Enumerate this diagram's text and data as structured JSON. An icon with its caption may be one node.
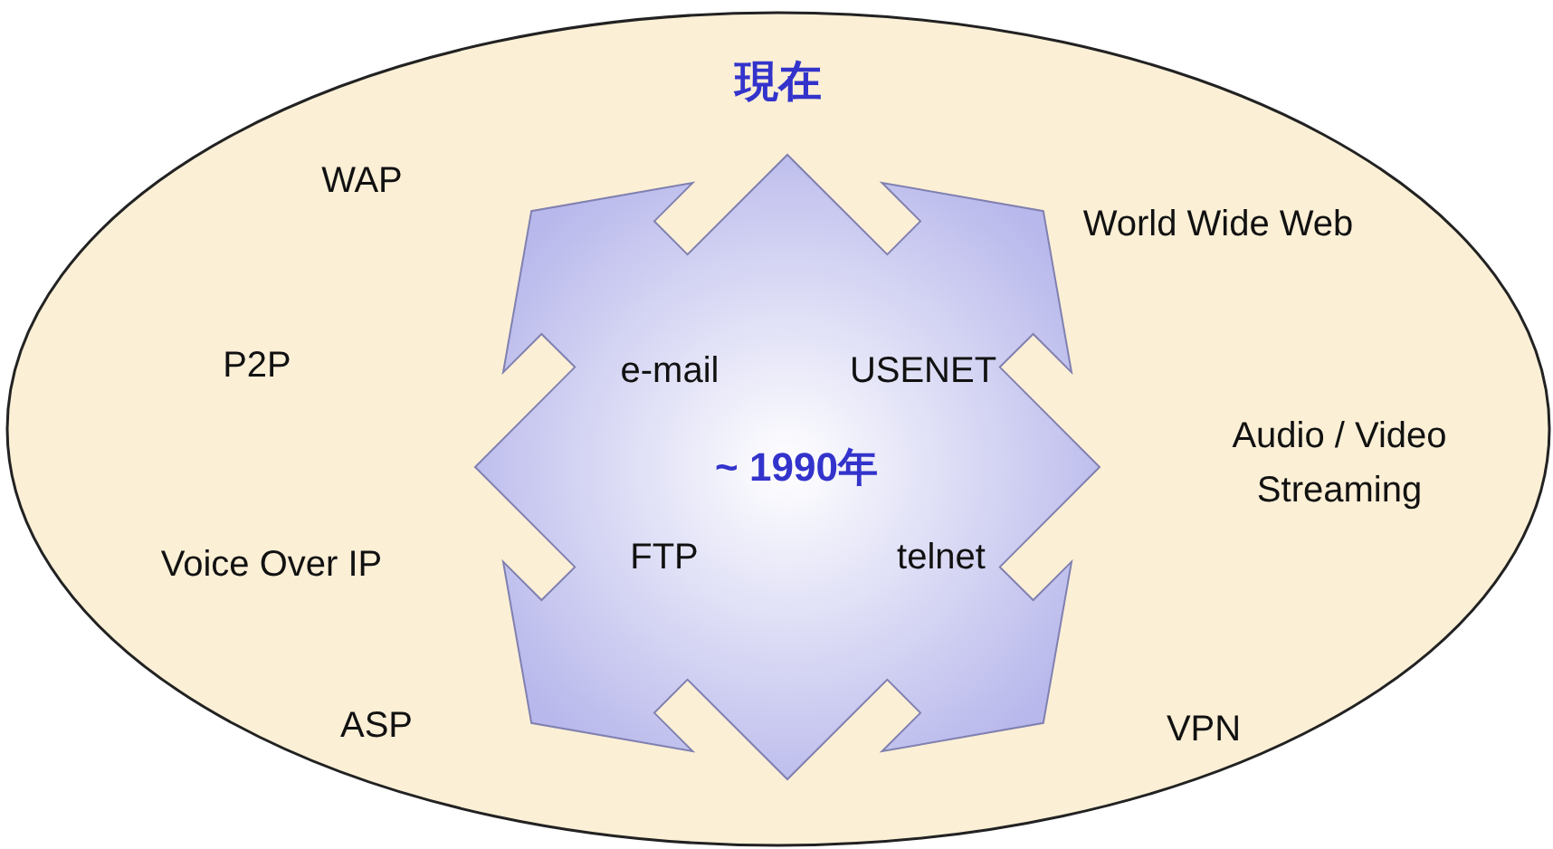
{
  "diagram": {
    "nodes": [
      {
        "text": [
          "現在"
        ]
      },
      {
        "text": [
          "e-mail",
          "USENET",
          "~ 1990年",
          "FTP",
          "telnet"
        ],
        "in": 0
      }
    ],
    "labels": [
      "WAP",
      "World Wide Web",
      "P2P",
      "Audio / Video Streaming",
      "Voice Over IP",
      "ASP",
      "VPN"
    ]
  }
}
